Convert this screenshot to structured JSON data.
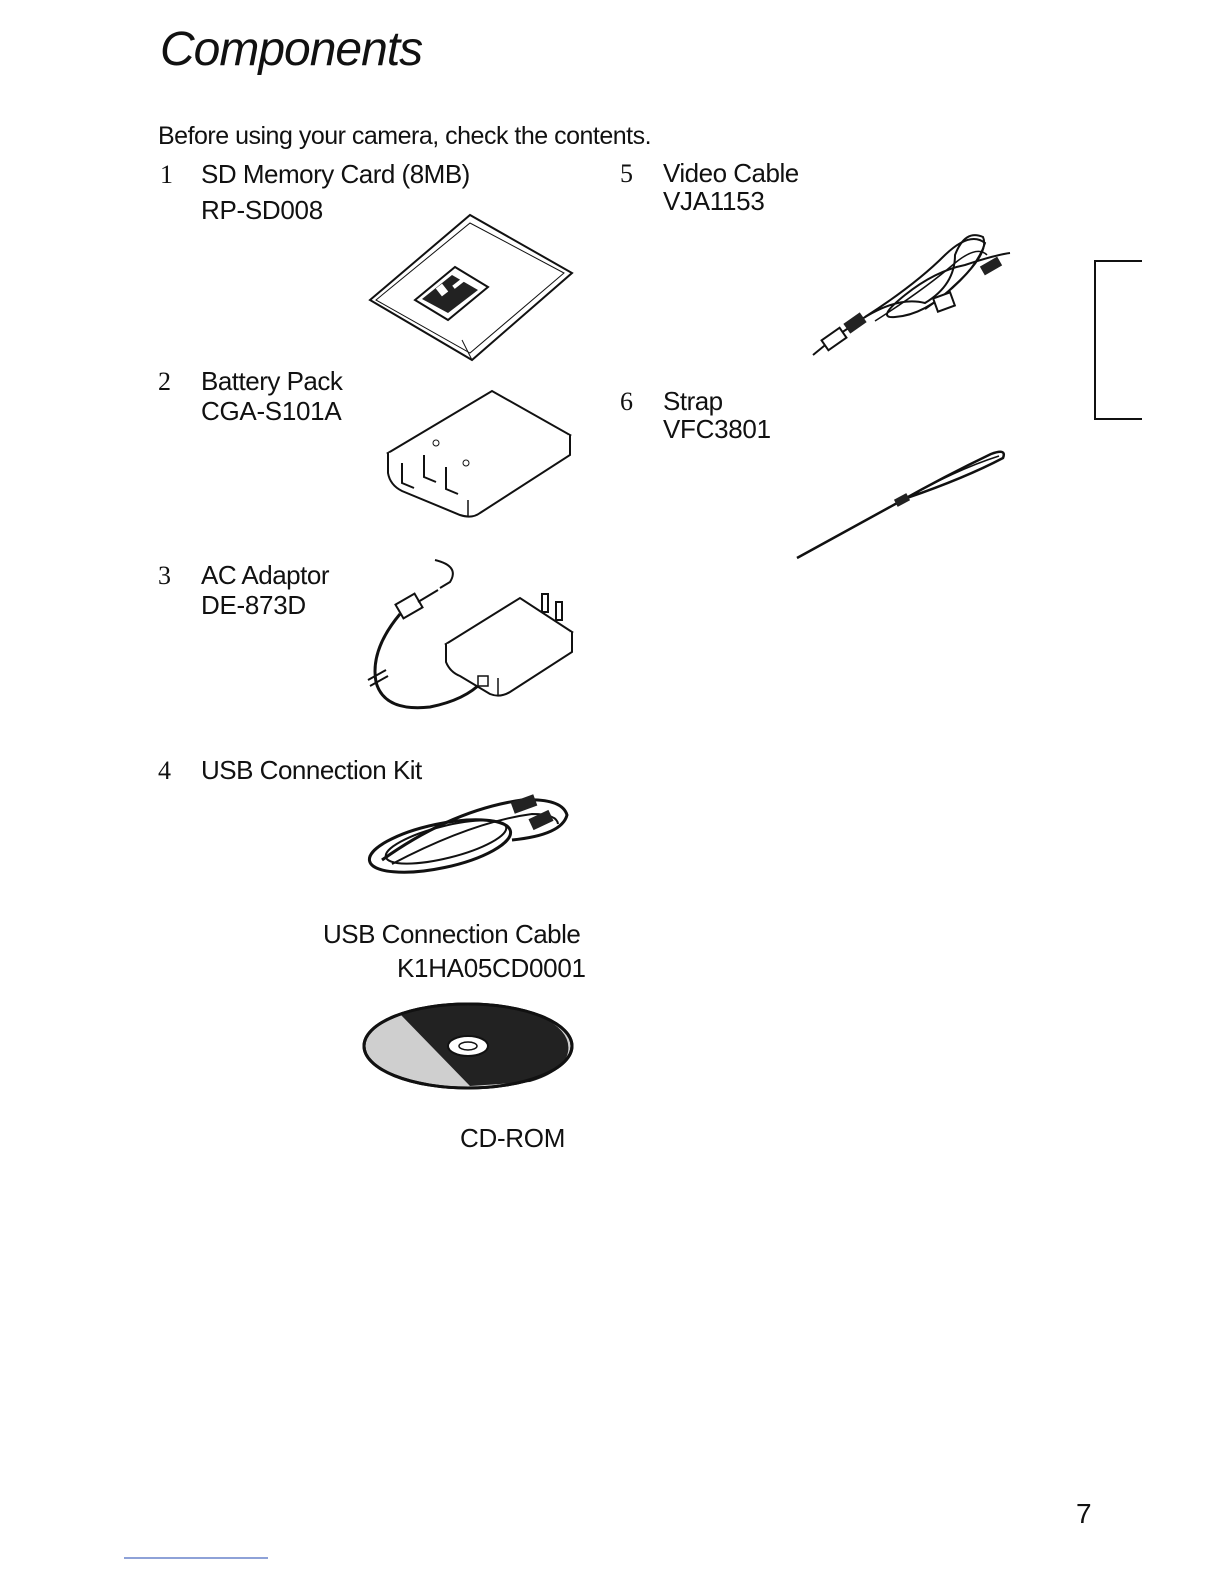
{
  "page": {
    "title": "Components",
    "intro": "Before using your camera, check the contents.",
    "page_number": "7"
  },
  "items": [
    {
      "number": "1",
      "name": "SD Memory Card (8MB)",
      "code": "RP-SD008",
      "icon": "sd-card-icon"
    },
    {
      "number": "2",
      "name": "Battery Pack",
      "code": "CGA-S101A",
      "icon": "battery-pack-icon"
    },
    {
      "number": "3",
      "name": "AC Adaptor",
      "code": "DE-873D",
      "icon": "ac-adaptor-icon"
    },
    {
      "number": "4",
      "name": "USB Connection Kit",
      "icon": "usb-cable-icon",
      "sub_items": [
        {
          "name": "USB Connection Cable",
          "code": "K1HA05CD0001"
        },
        {
          "name": "CD-ROM",
          "icon": "cd-rom-icon"
        }
      ]
    },
    {
      "number": "5",
      "name": "Video Cable",
      "code": "VJA1153",
      "icon": "video-cable-icon"
    },
    {
      "number": "6",
      "name": "Strap",
      "code": "VFC3801",
      "icon": "strap-icon"
    }
  ]
}
